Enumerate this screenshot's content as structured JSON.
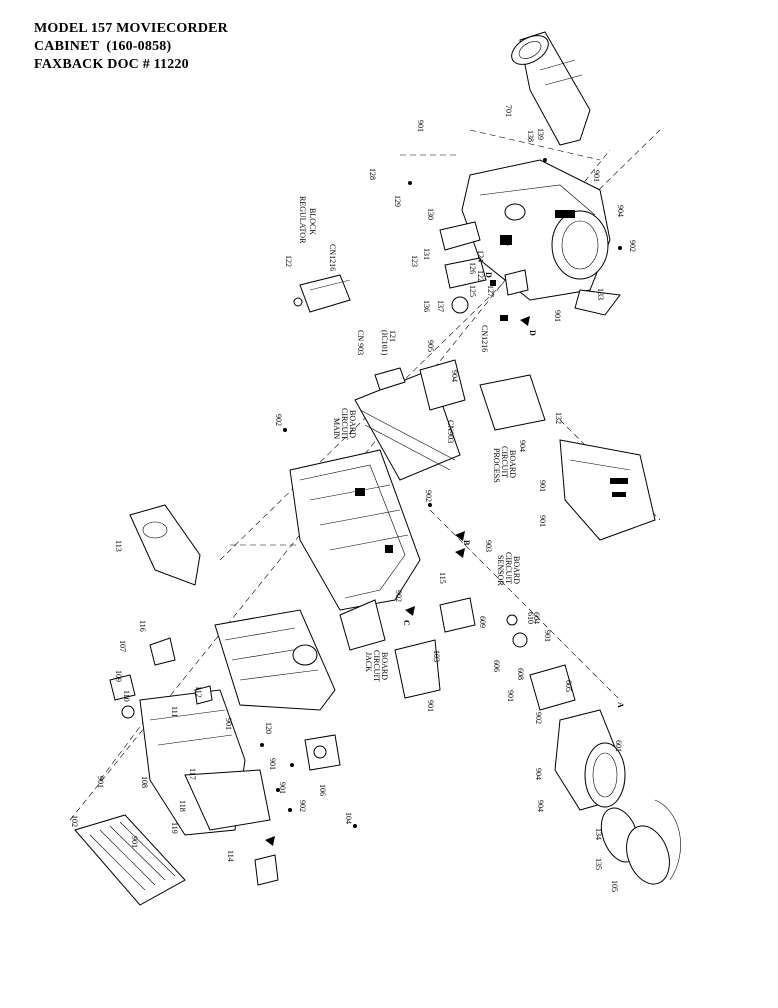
{
  "header": {
    "line1": "MODEL 157 MOVIECORDER",
    "line2": "CABINET  (160-0858)",
    "line3": "FAXBACK DOC # 11220"
  },
  "labels": {
    "p101": "101",
    "p102": "102",
    "p103": "103",
    "p104": "104",
    "p105": "105",
    "p106": "106",
    "p107": "107",
    "p108": "108",
    "p109": "109",
    "p110": "110",
    "p111": "111",
    "p112": "112",
    "p113": "113",
    "p114": "114",
    "p115": "115",
    "p116": "116",
    "p117": "117",
    "p118": "118",
    "p119": "119",
    "p120": "120",
    "p121": "121",
    "p122": "122",
    "p123": "123",
    "p124": "124",
    "p125": "125",
    "p126": "126",
    "p127": "127",
    "p128": "128",
    "p129": "129",
    "p130": "130",
    "p131": "131",
    "p132": "132",
    "p133": "133",
    "p134": "134",
    "p135": "135",
    "p136": "136",
    "p137": "137",
    "p138": "138",
    "p139": "139",
    "p601": "601",
    "p604": "604",
    "p605": "605",
    "p606": "606",
    "p608": "608",
    "p609": "609",
    "p610": "610",
    "p701": "701",
    "s901": "901",
    "s902": "902",
    "s903": "903",
    "s904": "904",
    "s905": "905",
    "regulator_block_1": "REGULATOR",
    "regulator_block_2": "BLOCK",
    "cn1216": "CN1216",
    "cn903": "CN 903",
    "cn903b": "CN903",
    "ic101": "(IC101)",
    "main_circuit_1": "MAIN",
    "main_circuit_2": "CIRCUIT",
    "main_circuit_3": "BOARD",
    "process_1": "PROCESS",
    "process_2": "CIRCUIT",
    "process_3": "BOARD",
    "sensor_1": "SENSOR",
    "sensor_2": "CIRCUIT",
    "sensor_3": "BOARD",
    "jack_1": "JACK",
    "jack_2": "CIRCUIT",
    "jack_3": "BOARD",
    "ref_a": "A",
    "ref_b": "B",
    "ref_c": "C",
    "ref_d": "D"
  }
}
